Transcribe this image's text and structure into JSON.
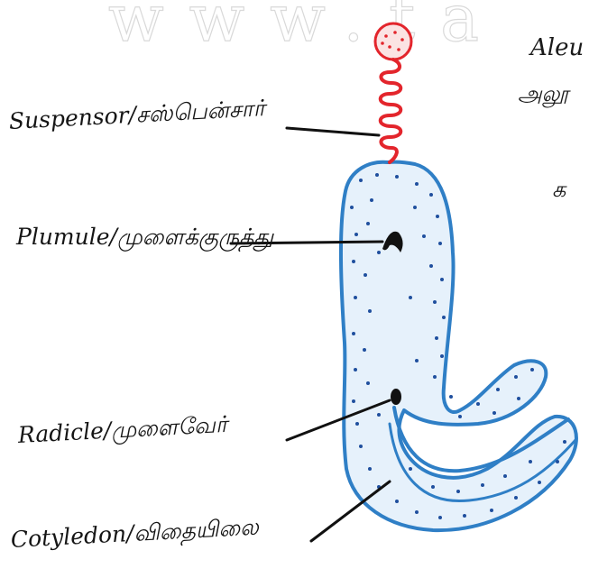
{
  "watermark": "www.ta",
  "labels": {
    "suspensor": "Suspensor/சஸ்பென்சார்",
    "plumule": "Plumule/முளைக்குருத்து",
    "radicle": "Radicle/முளைவேர்",
    "cotyledon": "Cotyledon/விதையிலை"
  },
  "edge_text": {
    "aleurone_fragment": "Aleu",
    "tamil_fragment_1": "அலூ",
    "tamil_fragment_2": "க"
  },
  "colors": {
    "embryo_outline": "#2f7fc6",
    "embryo_fill": "#d2e6f7",
    "dots": "#1f4f9e",
    "suspensor": "#e3252c",
    "ink": "#151515"
  }
}
